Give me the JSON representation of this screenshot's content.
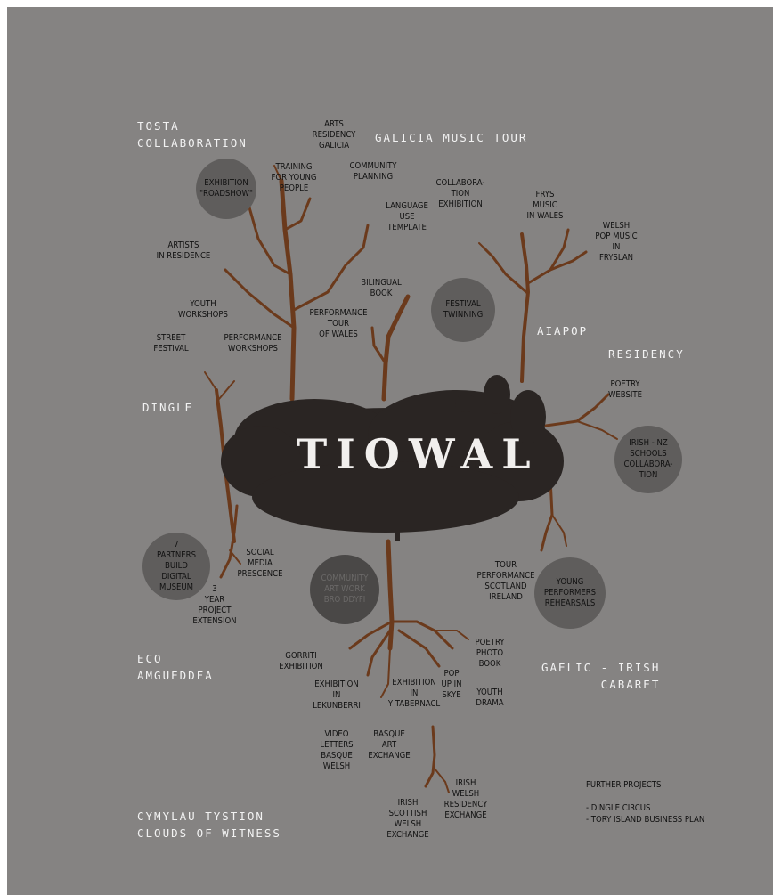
{
  "logo": {
    "text": "TIOWAL"
  },
  "big_labels": [
    {
      "id": "tosta",
      "text": "TOSTA\nCOLLABORATION"
    },
    {
      "id": "galicia",
      "text": "GALICIA MUSIC TOUR"
    },
    {
      "id": "aiapop",
      "text": "AIAPOP"
    },
    {
      "id": "residency",
      "text": "RESIDENCY"
    },
    {
      "id": "dingle",
      "text": "DINGLE"
    },
    {
      "id": "eco",
      "text": "ECO\nAMGUEDDFA"
    },
    {
      "id": "gaelic",
      "text": "GAELIC  -  IRISH\nCABARET"
    },
    {
      "id": "cymylau",
      "text": "CYMYLAU TYSTION\nCLOUDS OF WITNESS"
    }
  ],
  "small_labels": [
    {
      "id": "arts-residency",
      "text": "ARTS\nRESIDENCY\nGALICIA"
    },
    {
      "id": "training",
      "text": "TRAINING\nFOR YOUNG\nPEOPLE"
    },
    {
      "id": "community-planning",
      "text": "COMMUNITY\nPLANNING"
    },
    {
      "id": "collaboration-exhibition",
      "text": "COLLABORA-\nTION\nEXHIBITION"
    },
    {
      "id": "language-use",
      "text": "LANGUAGE\nUSE\nTEMPLATE"
    },
    {
      "id": "frys-music",
      "text": "FRYS\nMUSIC\nIN WALES"
    },
    {
      "id": "welsh-pop",
      "text": "WELSH\nPOP MUSIC\nIN\nFRYSLAN"
    },
    {
      "id": "artists-residence",
      "text": "ARTISTS\nIN RESIDENCE"
    },
    {
      "id": "bilingual-book",
      "text": "BILINGUAL\nBOOK"
    },
    {
      "id": "performance-tour",
      "text": "PERFORMANCE\nTOUR\nOF WALES"
    },
    {
      "id": "youth-workshops",
      "text": "YOUTH\nWORKSHOPS"
    },
    {
      "id": "street-festival",
      "text": "STREET\nFESTIVAL"
    },
    {
      "id": "performance-workshops",
      "text": "PERFORMANCE\nWORKSHOPS"
    },
    {
      "id": "poetry-website",
      "text": "POETRY\nWEBSITE"
    },
    {
      "id": "social-media",
      "text": "SOCIAL\nMEDIA\nPRESCENCE"
    },
    {
      "id": "three-year",
      "text": "3\nYEAR\nPROJECT\nEXTENSION"
    },
    {
      "id": "tour-performance",
      "text": "TOUR\nPERFORMANCE\nSCOTLAND\nIRELAND"
    },
    {
      "id": "gorriti",
      "text": "GORRITI\nEXHIBITION"
    },
    {
      "id": "poetry-photo",
      "text": "POETRY\nPHOTO\nBOOK"
    },
    {
      "id": "exhibition-lekunberri",
      "text": "EXHIBITION\nIN\nLEKUNBERRI"
    },
    {
      "id": "exhibition-tabernacl",
      "text": "EXHIBITION\nIN\nY TABERNACL"
    },
    {
      "id": "pop-up",
      "text": "POP\nUP IN\nSKYE"
    },
    {
      "id": "youth-drama",
      "text": "YOUTH\nDRAMA"
    },
    {
      "id": "video-letters",
      "text": "VIDEO\nLETTERS\nBASQUE\nWELSH"
    },
    {
      "id": "basque-art",
      "text": "BASQUE\nART\nEXCHANGE"
    },
    {
      "id": "irish-welsh",
      "text": "IRISH\nWELSH\nRESIDENCY\nEXCHANGE"
    },
    {
      "id": "irish-scottish",
      "text": "IRISH\nSCOTTISH\nWELSH\nEXCHANGE"
    }
  ],
  "circles": [
    {
      "id": "exhibition-roadshow",
      "text": "EXHIBITION\n\"ROADSHOW\""
    },
    {
      "id": "festival-twinning",
      "text": "FESTIVAL\nTWINNING"
    },
    {
      "id": "irish-nz",
      "text": "IRISH - NZ\nSCHOOLS\nCOLLABORA-\nTION"
    },
    {
      "id": "seven-partners",
      "text": "7\nPARTNERS\nBUILD\nDIGITAL\nMUSEUM"
    },
    {
      "id": "community-art",
      "text": "COMMUNITY\nART WORK\nBRO DDYFI"
    },
    {
      "id": "young-performers",
      "text": "YOUNG\nPERFORMERS\nREHEARSALS"
    }
  ],
  "further_projects": {
    "heading": "FURTHER PROJECTS",
    "items": [
      "- DINGLE CIRCUS",
      "- TORY ISLAND BUSINESS PLAN"
    ]
  },
  "colors": {
    "background": "#858382",
    "branch": "#6b3a1c",
    "circle": "#5f5d5c",
    "cloud": "#2a2523"
  }
}
